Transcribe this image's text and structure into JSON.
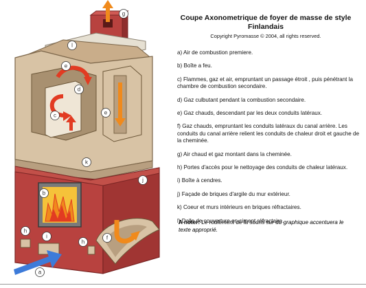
{
  "header": {
    "title": "Coupe Axonometrique de foyer de masse de style Finlandais",
    "copyright": "Copyright Pyromasse © 2004, all rights reserved."
  },
  "legend": {
    "items": [
      "a) Air de combustion premiere.",
      "b) Boîte a feu.",
      "c) Flammes, gaz et air, empruntant un passage étroit , puis pénétrant la chambre de combustion secondaire.",
      "d) Gaz culbutant pendant la combustion secondaire.",
      "e) Gaz chauds, descendant par les deux conduits latéraux.",
      "f) Gaz chauds, empruntant les conduits latéraux du canal arrière. Les conduits du canal arrière relient les conduits de chaleur droit et gauche de la cheminée.",
      "g) Air chaud et gaz montant dans la cheminée.",
      "h) Portes d'accès pour le nettoyage des conduits de chaleur latéraux.",
      "i) Boîte à cendres.",
      "j) Façade de briques d'argile du mur extérieur.",
      "k) Coeur et murs intérieurs en briques réfractaires.",
      "l) Dalle de couverture en ciment réfractaire."
    ]
  },
  "note": {
    "label": "A noter:",
    "text": "Le roulement de la souris sur du graphique accentuera le texte approprié."
  },
  "diagram": {
    "labels": {
      "a": "a",
      "b": "b",
      "c": "c",
      "d": "d",
      "e1": "e",
      "e2": "e",
      "f": "f",
      "g": "g",
      "h1": "h",
      "h2": "h",
      "i": "i",
      "j": "j",
      "k": "k",
      "l": "l"
    }
  },
  "colors": {
    "brick": "#b8423f",
    "brick_dark": "#8f2e2d",
    "refractory": "#d8c3a5",
    "refractory_dark": "#b89f80",
    "slab": "#e6e0d2",
    "flame_orange": "#f08a1c",
    "flame_red": "#e23b22",
    "air_blue": "#3d7bd9",
    "firebox": "#7a7a7a"
  }
}
